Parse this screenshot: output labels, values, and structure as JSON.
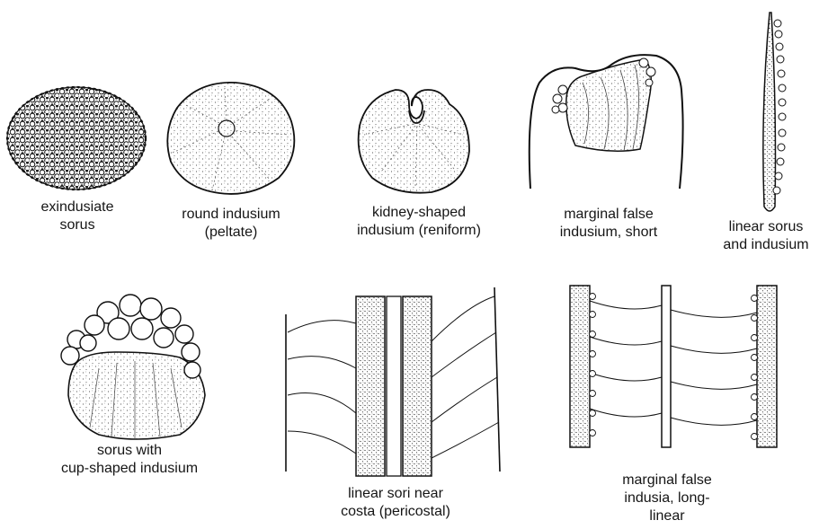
{
  "captions": {
    "exindusiate": [
      "exindusiate",
      "sorus"
    ],
    "round": [
      "round indusium",
      "(peltate)"
    ],
    "kidney": [
      "kidney-shaped",
      "indusium (reniform)"
    ],
    "marginal_short": [
      "marginal false",
      "indusium, short"
    ],
    "linear_sorus": [
      "linear sorus",
      "and indusium"
    ],
    "cup": [
      "sorus with",
      "cup-shaped indusium"
    ],
    "pericostal": [
      "linear sori near",
      "costa (pericostal)"
    ],
    "marginal_long": [
      "marginal false",
      "indusia, long-",
      "linear"
    ]
  },
  "colors": {
    "ink": "#111111",
    "background": "#ffffff"
  }
}
